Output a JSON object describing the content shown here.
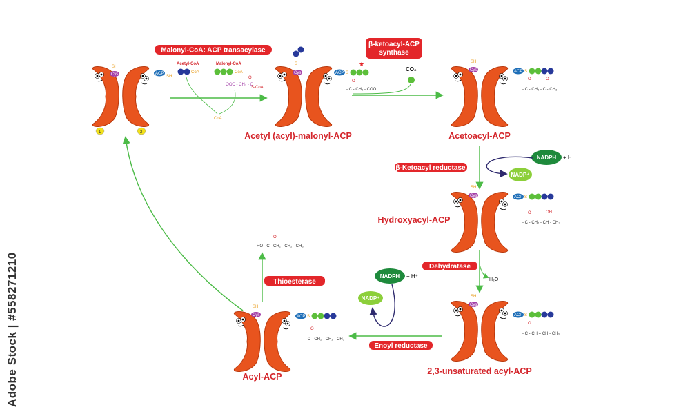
{
  "steps": {
    "transacylase": "Malonyl-CoA: ACP transacylase",
    "synthase_line1": "β-ketoacyl-ACP",
    "synthase_line2": "synthase",
    "reductase": "β-Ketoacyl reductase",
    "dehydratase": "Dehydratase",
    "enoyl_reductase": "Enoyl reductase",
    "thioesterase": "Thioesterase"
  },
  "complexes": {
    "acetyl_malonyl": "Acetyl (acyl)-malonyl-ACP",
    "acetoacyl": "Acetoacyl-ACP",
    "hydroxyacyl": "Hydroxyacyl-ACP",
    "unsaturated": "2,3-unsaturated acyl-ACP",
    "acyl": "Acyl-ACP"
  },
  "cofactors": {
    "nadph": "NADPH",
    "nadp": "NADP⁺",
    "h_plus": "+ H⁺",
    "co2": "CO₂",
    "h2o": "H₂O"
  },
  "labels": {
    "acetyl_coa": "Acetyl-CoA",
    "malonyl_coa": "Malonyl-CoA",
    "coa": "CoA",
    "acp": "ACP",
    "cys": "Cys",
    "sh": "SH",
    "s": "S",
    "site1": "1",
    "site2": "2"
  },
  "formulas": {
    "malonyl_chain": "⁻OOC - CH₂ - C",
    "s_coa": "S-CoA",
    "acetyl_malonyl_chain": "- C - CH₂ - COO⁻",
    "acetoacyl_chain": "- C - CH₂ - C - CH₃",
    "hydroxyacyl_chain": "- C - CH₂ - CH - CH₃",
    "oh": "OH",
    "unsaturated_chain": "- C - CH = CH - CH₃",
    "acyl_chain": "- C - CH₂ - CH₂ - CH₃",
    "butyrate": "HO - C - CH₂ - CH₂ - CH₃",
    "o": "O"
  },
  "watermark": "Adobe Stock | #558271210",
  "colors": {
    "enzyme": "#e8541e",
    "enzyme_dark": "#b8380c",
    "arrow": "#4cbb47",
    "dark_arrow": "#2e2a6e",
    "label_red": "#e3262a",
    "acp_blue": "#1f6fb8",
    "cys_purple": "#a33fa8",
    "bead_green": "#5cbf3a",
    "bead_blue": "#27399a",
    "nadph_green": "#1e8a3c",
    "nadp_green": "#8ccf3a",
    "site_yellow": "#f3e21a"
  }
}
